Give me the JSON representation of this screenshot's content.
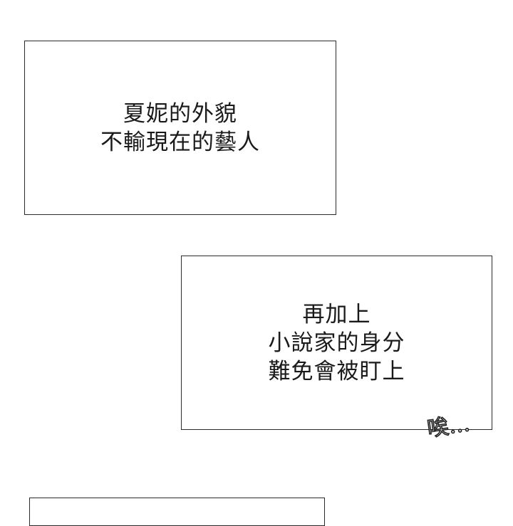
{
  "panels": [
    {
      "lines": [
        "夏妮的外貌",
        "不輸現在的藝人"
      ]
    },
    {
      "lines": [
        "再加上",
        "小說家的身分",
        "難免會被盯上"
      ]
    }
  ],
  "sfx": {
    "text": "唉…"
  },
  "colors": {
    "background": "#ffffff",
    "text": "#1a1a1a",
    "border": "#2a2a2a"
  }
}
